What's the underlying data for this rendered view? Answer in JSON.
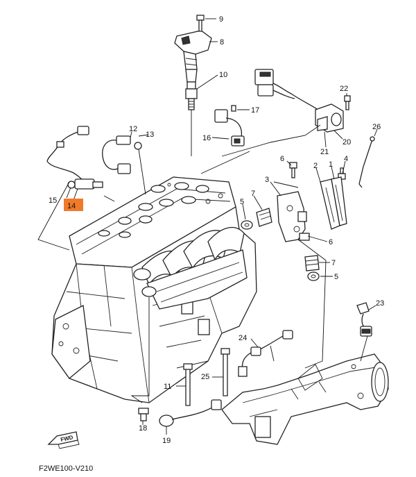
{
  "diagram_code": "F2WE100-V210",
  "fwd_label": "FWD",
  "highlight_color": "#f07a2a",
  "highlighted_part": "14",
  "callouts": [
    {
      "id": "9",
      "label": "9"
    },
    {
      "id": "8",
      "label": "8"
    },
    {
      "id": "10",
      "label": "10"
    },
    {
      "id": "17",
      "label": "17"
    },
    {
      "id": "16",
      "label": "16"
    },
    {
      "id": "12",
      "label": "12"
    },
    {
      "id": "13",
      "label": "13"
    },
    {
      "id": "15",
      "label": "15"
    },
    {
      "id": "14",
      "label": "14"
    },
    {
      "id": "22",
      "label": "22"
    },
    {
      "id": "26",
      "label": "26"
    },
    {
      "id": "20",
      "label": "20"
    },
    {
      "id": "21",
      "label": "21"
    },
    {
      "id": "6a",
      "label": "6"
    },
    {
      "id": "2",
      "label": "2"
    },
    {
      "id": "1",
      "label": "1"
    },
    {
      "id": "4",
      "label": "4"
    },
    {
      "id": "3",
      "label": "3"
    },
    {
      "id": "7a",
      "label": "7"
    },
    {
      "id": "5a",
      "label": "5"
    },
    {
      "id": "6b",
      "label": "6"
    },
    {
      "id": "7b",
      "label": "7"
    },
    {
      "id": "5b",
      "label": "5"
    },
    {
      "id": "23",
      "label": "23"
    },
    {
      "id": "24",
      "label": "24"
    },
    {
      "id": "11",
      "label": "11"
    },
    {
      "id": "25",
      "label": "25"
    },
    {
      "id": "18",
      "label": "18"
    },
    {
      "id": "19",
      "label": "19"
    }
  ]
}
